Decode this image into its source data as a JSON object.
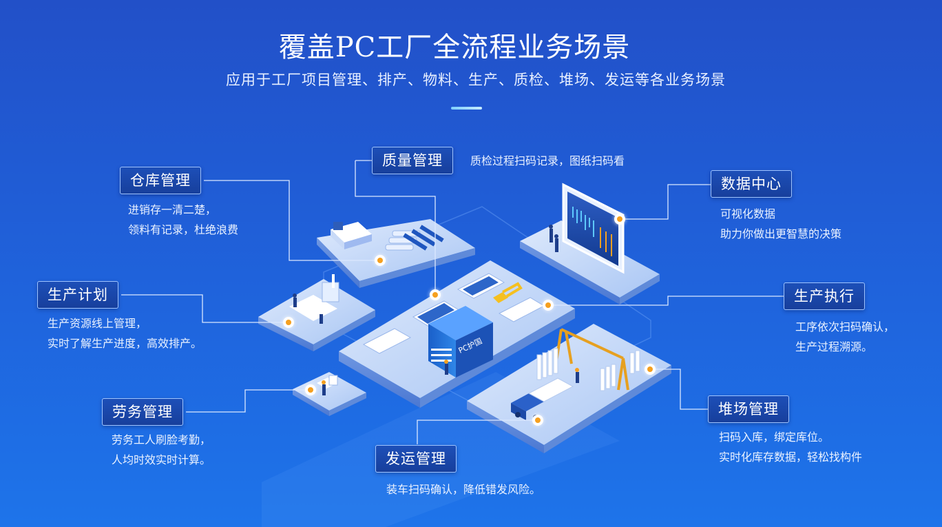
{
  "header": {
    "title": "覆盖PC工厂全流程业务场景",
    "subtitle": "应用于工厂项目管理、排产、物料、生产、质检、堆场、发运等各业务场景"
  },
  "modules": {
    "quality": {
      "label": "质量管理",
      "desc": [
        "质检过程扫码记录，图纸扫码看"
      ]
    },
    "warehouse": {
      "label": "仓库管理",
      "desc": [
        "进销存一清二楚，",
        "领料有记录，杜绝浪费"
      ]
    },
    "data_center": {
      "label": "数据中心",
      "desc": [
        "可视化数据",
        "助力你做出更智慧的决策"
      ]
    },
    "plan": {
      "label": "生产计划",
      "desc": [
        "生产资源线上管理，",
        "实时了解生产进度，高效排产。"
      ]
    },
    "execution": {
      "label": "生产执行",
      "desc": [
        "工序依次扫码确认，",
        "生产过程溯源。"
      ]
    },
    "labor": {
      "label": "劳务管理",
      "desc": [
        "劳务工人刷脸考勤，",
        "人均时效实时计算。"
      ]
    },
    "yard": {
      "label": "堆场管理",
      "desc": [
        "扫码入库，绑定库位。",
        "实时化库存数据，轻松找构件"
      ]
    },
    "shipping": {
      "label": "发运管理",
      "desc": [
        "装车扫码确认，降低错发风险。"
      ]
    }
  },
  "scene": {
    "factory_sign": "PC护国",
    "colors": {
      "accent": "#f5a020",
      "platform": "#cfe0fb",
      "connector": "#dbe8ff"
    }
  }
}
